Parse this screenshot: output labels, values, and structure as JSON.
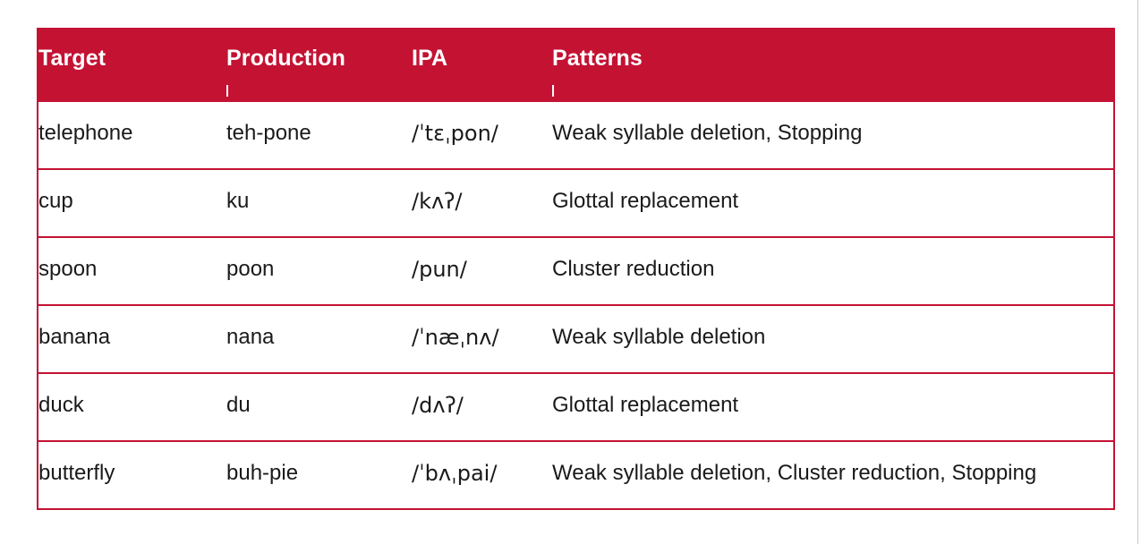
{
  "table": {
    "accent_color": "#C41233",
    "text_color": "#1a1a1a",
    "columns": [
      {
        "key": "target",
        "label": "Target"
      },
      {
        "key": "production",
        "label": "Production"
      },
      {
        "key": "ipa",
        "label": "IPA"
      },
      {
        "key": "patterns",
        "label": "Patterns"
      }
    ],
    "rows": [
      {
        "target": "telephone",
        "production": "teh-pone",
        "ipa": "/ˈtɛˌpon/",
        "patterns": "Weak syllable deletion, Stopping"
      },
      {
        "target": "cup",
        "production": "ku",
        "ipa": "/kʌʔ/",
        "patterns": "Glottal replacement"
      },
      {
        "target": "spoon",
        "production": "poon",
        "ipa": "/pun/",
        "patterns": "Cluster reduction"
      },
      {
        "target": "banana",
        "production": "nana",
        "ipa": "/ˈnæˌnʌ/",
        "patterns": "Weak syllable deletion"
      },
      {
        "target": "duck",
        "production": "du",
        "ipa": "/dʌʔ/",
        "patterns": "Glottal replacement"
      },
      {
        "target": "butterfly",
        "production": "buh-pie",
        "ipa": "/ˈbʌˌpai/",
        "patterns": "Weak syllable deletion, Cluster reduction, Stopping"
      }
    ]
  }
}
